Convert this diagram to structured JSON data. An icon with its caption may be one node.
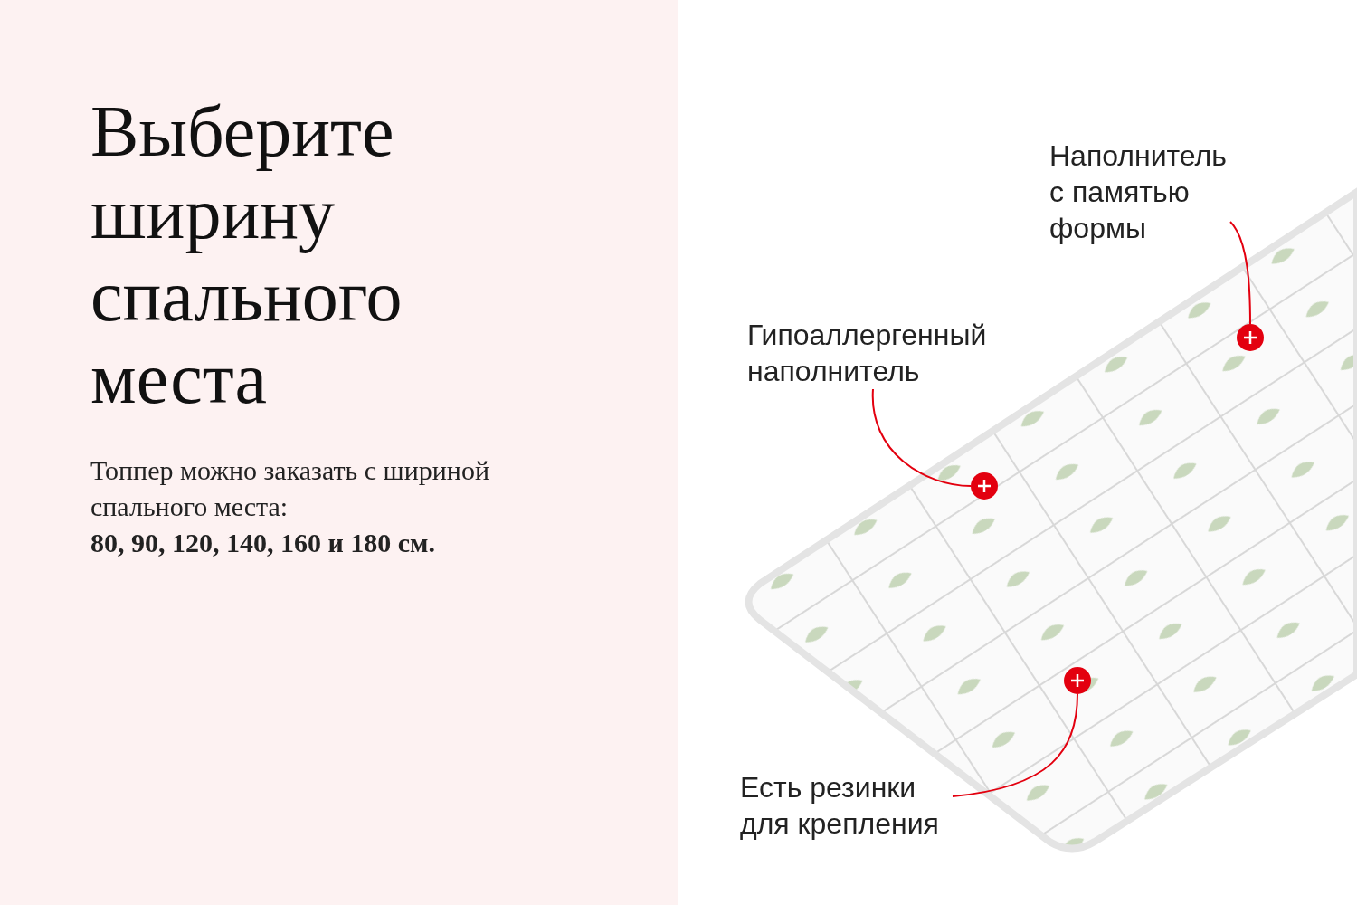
{
  "diagram": {
    "title": "Выберите ширину спального места",
    "nodes": [
      {
        "text": [
          "Наполнитель с памятью формы"
        ]
      },
      {
        "text": [],
        "shape": "circle"
      },
      {
        "text": [
          "Гипоаллергенный наполнитель"
        ]
      },
      {
        "text": [],
        "shape": "circle"
      },
      {
        "text": [],
        "shape": "circle"
      },
      {
        "text": [
          "Есть резинки для крепления"
        ]
      }
    ],
    "edges": [
      {
        "from": 0,
        "to": 1,
        "arrow": "none"
      },
      {
        "from": 2,
        "to": 3,
        "arrow": "none"
      },
      {
        "from": 5,
        "to": 4,
        "arrow": "none"
      }
    ],
    "labels": [
      "Топпер можно заказать с шириной спального места: **80, 90, 120, 140, 160 и 180 см.**"
    ]
  }
}
